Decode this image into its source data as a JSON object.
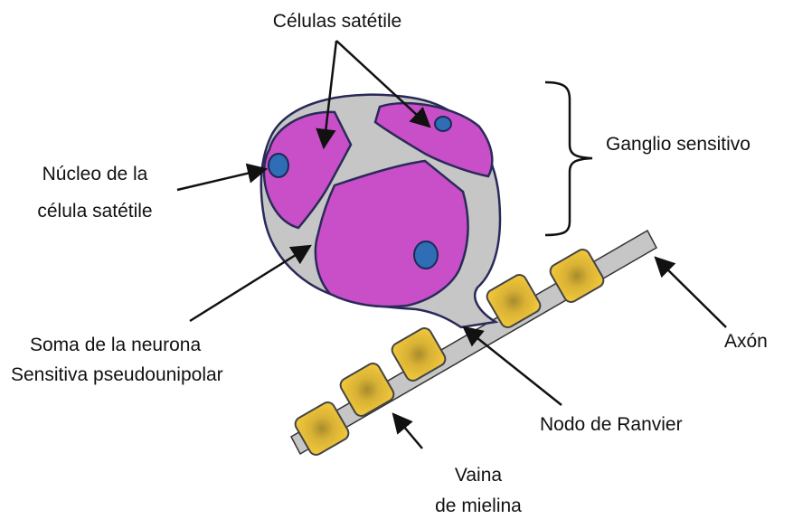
{
  "labels": {
    "celulas_satelite": "Células satétile",
    "ganglio": "Ganglio sensitivo",
    "nucleo": [
      "Núcleo de la",
      "célula satétile"
    ],
    "soma": [
      "Soma de la neurona",
      "Sensitiva pseudounipolar"
    ],
    "axon": "Axón",
    "nodo": "Nodo de Ranvier",
    "vaina": [
      "Vaina",
      "de mielina"
    ]
  },
  "colors": {
    "satellite_cell": "#c94fc8",
    "neuron_soma": "#c94fc8",
    "nucleus": "#2f6db5",
    "glia_background": "#c6c6c6",
    "myelin": "#e2ba2e",
    "axon": "#c6c6c6"
  }
}
